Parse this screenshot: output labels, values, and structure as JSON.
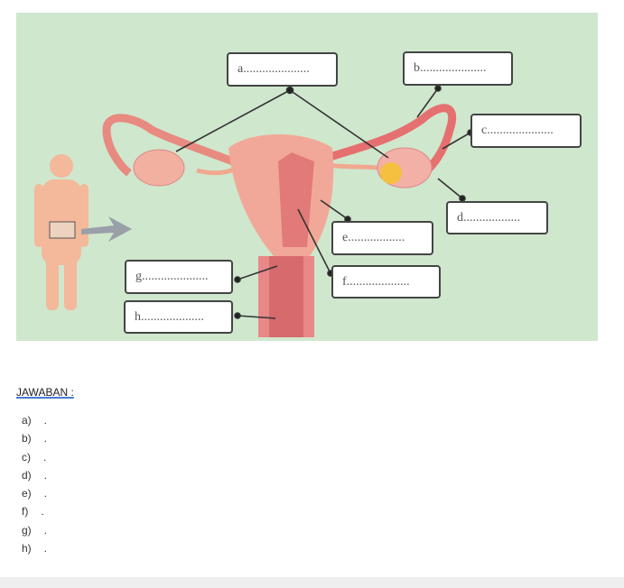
{
  "diagram": {
    "labels": {
      "a": "a.....................",
      "b": "b.....................",
      "c": "c.....................",
      "d": "d..................",
      "e": "e..................",
      "f": "f....................",
      "g": "g.....................",
      "h": "h...................."
    },
    "background": "#cfe7cd"
  },
  "answers": {
    "title": "JAWABAN :",
    "items": [
      {
        "key": "a)",
        "value": "."
      },
      {
        "key": "b)",
        "value": "."
      },
      {
        "key": "c)",
        "value": "."
      },
      {
        "key": "d)",
        "value": "."
      },
      {
        "key": "e)",
        "value": "."
      },
      {
        "key": "f)",
        "value": "."
      },
      {
        "key": "g)",
        "value": "."
      },
      {
        "key": "h)",
        "value": "."
      }
    ]
  }
}
